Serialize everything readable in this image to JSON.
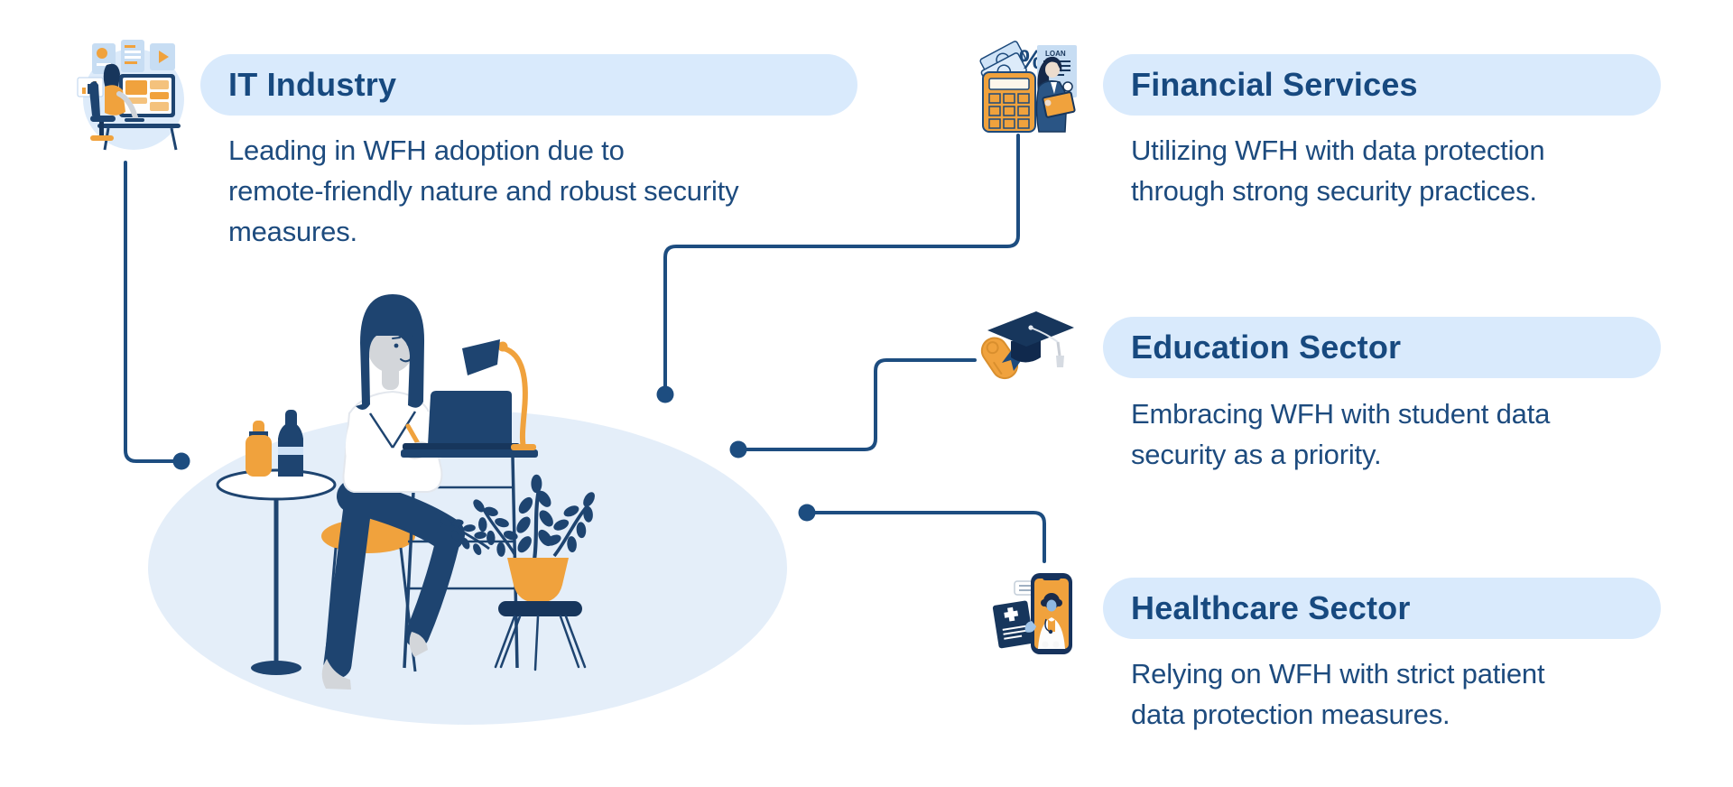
{
  "page": {
    "kind": "infographic",
    "topic": "Work-from-home (WFH) adoption by industry"
  },
  "palette": {
    "navy_title": "#17497f",
    "navy_text": "#1d4b7e",
    "navy_line": "#1d4d80",
    "navy_fill": "#1e4470",
    "navy_dark": "#17365c",
    "orange": "#f0a23d",
    "pill_blue": "#d9eafc",
    "ellipse_blue": "#e4eef9",
    "icon_blue": "#c7ddf3",
    "skin_gray": "#d3d6da"
  },
  "sections": {
    "it": {
      "title": "IT Industry",
      "lines": [
        "Leading in WFH adoption due to",
        "remote-friendly nature and robust security",
        "measures."
      ],
      "icon": "it-workstation-icon"
    },
    "financial": {
      "title": "Financial Services",
      "lines": [
        "Utilizing WFH with data protection",
        "through strong security practices."
      ],
      "icon": "finance-calculator-icon",
      "icon_labels": {
        "document": "LOAN",
        "percent": "%"
      }
    },
    "education": {
      "title": "Education Sector",
      "lines": [
        "Embracing WFH with student data",
        "security as a priority."
      ],
      "icon": "graduation-cap-icon"
    },
    "healthcare": {
      "title": "Healthcare Sector",
      "lines": [
        "Relying on WFH with strict patient",
        "data protection measures."
      ],
      "icon": "telemedicine-phone-icon"
    }
  },
  "illustration": {
    "icon": "woman-working-from-home-illustration"
  }
}
